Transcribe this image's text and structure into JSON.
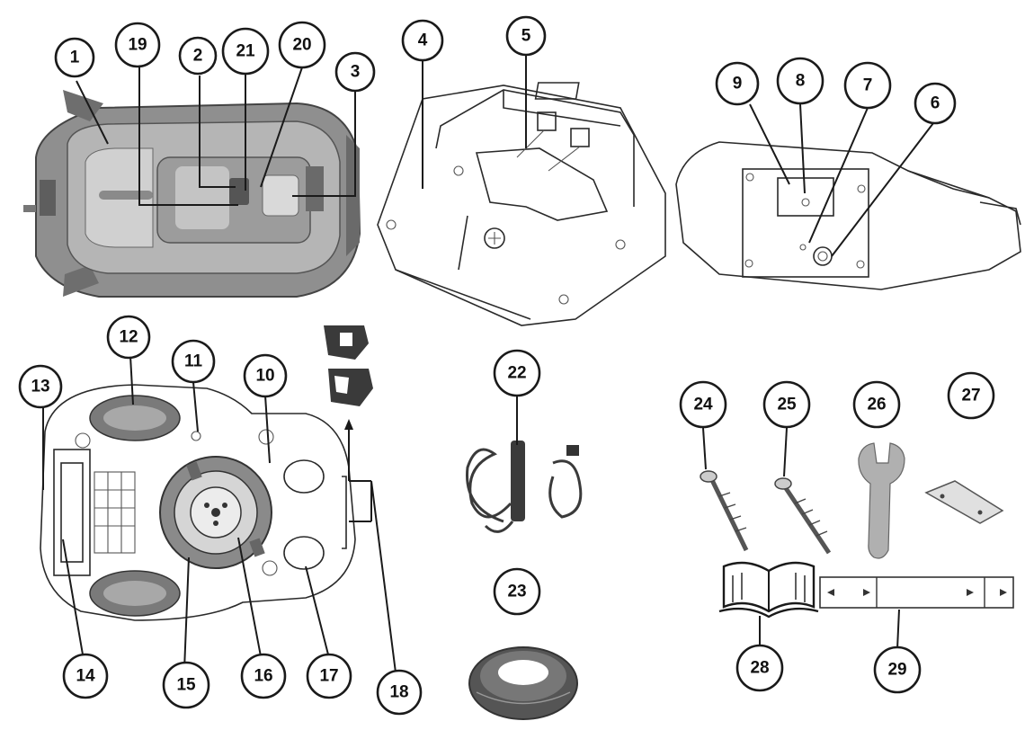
{
  "callouts": [
    {
      "id": "1",
      "label": "1"
    },
    {
      "id": "2",
      "label": "2"
    },
    {
      "id": "3",
      "label": "3"
    },
    {
      "id": "4",
      "label": "4"
    },
    {
      "id": "5",
      "label": "5"
    },
    {
      "id": "6",
      "label": "6"
    },
    {
      "id": "7",
      "label": "7"
    },
    {
      "id": "8",
      "label": "8"
    },
    {
      "id": "9",
      "label": "9"
    },
    {
      "id": "10",
      "label": "10"
    },
    {
      "id": "11",
      "label": "11"
    },
    {
      "id": "12",
      "label": "12"
    },
    {
      "id": "13",
      "label": "13"
    },
    {
      "id": "14",
      "label": "14"
    },
    {
      "id": "15",
      "label": "15"
    },
    {
      "id": "16",
      "label": "16"
    },
    {
      "id": "17",
      "label": "17"
    },
    {
      "id": "18",
      "label": "18"
    },
    {
      "id": "19",
      "label": "19"
    },
    {
      "id": "20",
      "label": "20"
    },
    {
      "id": "21",
      "label": "21"
    },
    {
      "id": "22",
      "label": "22"
    },
    {
      "id": "23",
      "label": "23"
    },
    {
      "id": "24",
      "label": "24"
    },
    {
      "id": "25",
      "label": "25"
    },
    {
      "id": "26",
      "label": "26"
    },
    {
      "id": "27",
      "label": "27"
    },
    {
      "id": "28",
      "label": "28"
    },
    {
      "id": "29",
      "label": "29"
    }
  ],
  "colors": {
    "mower_body": "#8f8f8f",
    "mower_dark": "#5e5e5e",
    "mower_light": "#c9c9c9",
    "line_art": "#2a2a2a",
    "cable_dark": "#3a3a3a",
    "wrench": "#b0b0b0"
  }
}
